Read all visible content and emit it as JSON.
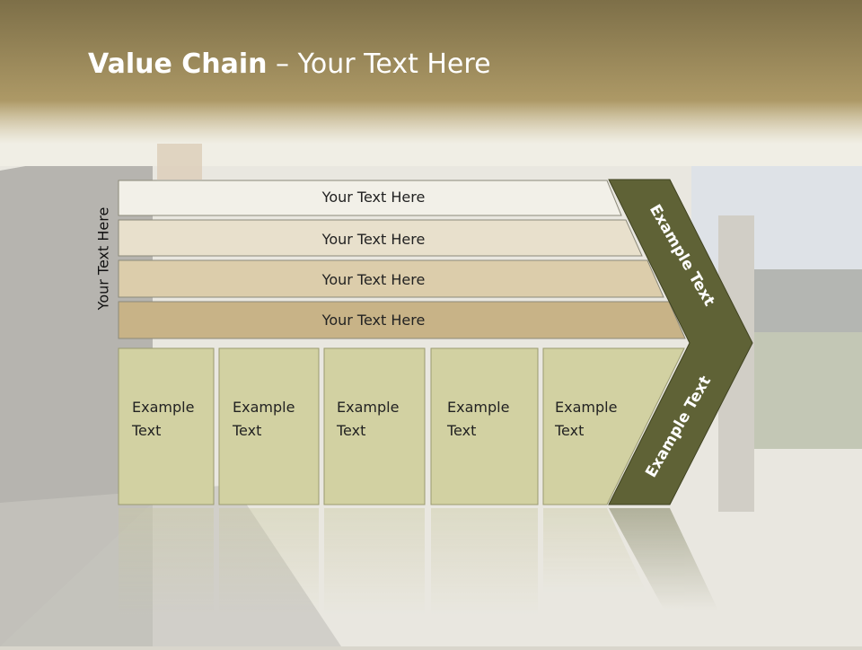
{
  "slide": {
    "title_bold": "Value Chain",
    "title_rest": " – Your Text Here",
    "side_label": "Your Text Here"
  },
  "rows": [
    {
      "label": "Your Text Here"
    },
    {
      "label": "Your Text Here"
    },
    {
      "label": "Your Text Here"
    },
    {
      "label": "Your Text Here"
    }
  ],
  "boxes": [
    {
      "line1": "Example",
      "line2": "Text"
    },
    {
      "line1": "Example",
      "line2": "Text"
    },
    {
      "line1": "Example",
      "line2": "Text"
    },
    {
      "line1": "Example",
      "line2": "Text"
    },
    {
      "line1": "Example",
      "line2": "Text"
    }
  ],
  "arrow": {
    "upper_label": "Example Text",
    "lower_label": "Example Text"
  },
  "colors": {
    "header_band": "#a8915f",
    "row_fills": [
      "#f2f0e8",
      "#e8e0cc",
      "#dccdab",
      "#c8b387"
    ],
    "box_fill": "#d2d1a2",
    "chevron_fill": "#5f6236"
  }
}
